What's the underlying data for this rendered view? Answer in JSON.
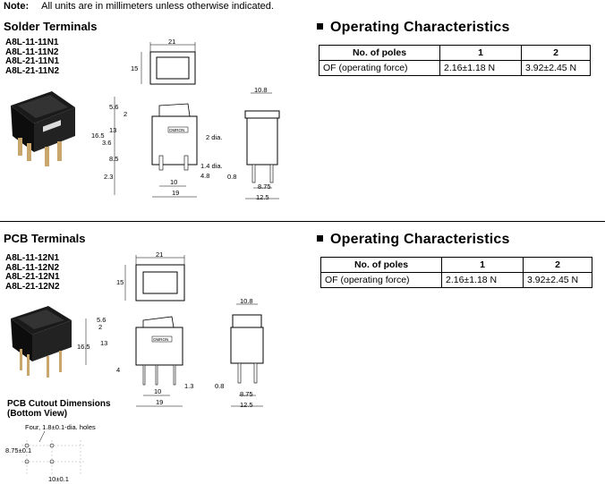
{
  "note": {
    "label": "Note:",
    "text": "All units are in millimeters unless otherwise indicated."
  },
  "solder": {
    "title": "Solder Terminals",
    "parts": [
      "A8L-11-11N1",
      "A8L-11-11N2",
      "A8L-21-11N1",
      "A8L-21-11N2"
    ],
    "oc_title": "Operating Characteristics",
    "table": {
      "headers": [
        "No. of poles",
        "1",
        "2"
      ],
      "row": [
        "OF (operating force)",
        "2.16±1.18 N",
        "3.92±2.45 N"
      ]
    },
    "dims": {
      "w21": "21",
      "h15": "15",
      "d56": "5.6",
      "d2": "2",
      "d165": "16.5",
      "d13": "13",
      "d36": "3.6",
      "d85": "8.5",
      "d23": "2.3",
      "d2dia": "2 dia.",
      "d14dia": "1.4 dia.",
      "d48": "4.8",
      "d10": "10",
      "d19": "19",
      "d108": "10.8",
      "d08": "0.8",
      "d875": "8.75",
      "d125": "12.5",
      "brand": "OMRON"
    }
  },
  "pcb": {
    "title": "PCB Terminals",
    "parts": [
      "A8L-11-12N1",
      "A8L-11-12N2",
      "A8L-21-12N1",
      "A8L-21-12N2"
    ],
    "oc_title": "Operating Characteristics",
    "table": {
      "headers": [
        "No. of poles",
        "1",
        "2"
      ],
      "row": [
        "OF (operating force)",
        "2.16±1.18 N",
        "3.92±2.45 N"
      ]
    },
    "dims": {
      "w21": "21",
      "h15": "15",
      "d56": "5.6",
      "d2": "2",
      "d165": "16.5",
      "d13": "13",
      "d4": "4",
      "d10": "10",
      "d19": "19",
      "d13b": "1.3",
      "d108": "10.8",
      "d08": "0.8",
      "d875": "8.75",
      "d125": "12.5",
      "brand": "OMRON"
    },
    "cutout": {
      "title_line1": "PCB Cutout Dimensions",
      "title_line2": "(Bottom View)",
      "holes": "Four, 1.8±0.1-dia. holes",
      "d875": "8.75±0.1",
      "d10": "10±0.1"
    }
  }
}
